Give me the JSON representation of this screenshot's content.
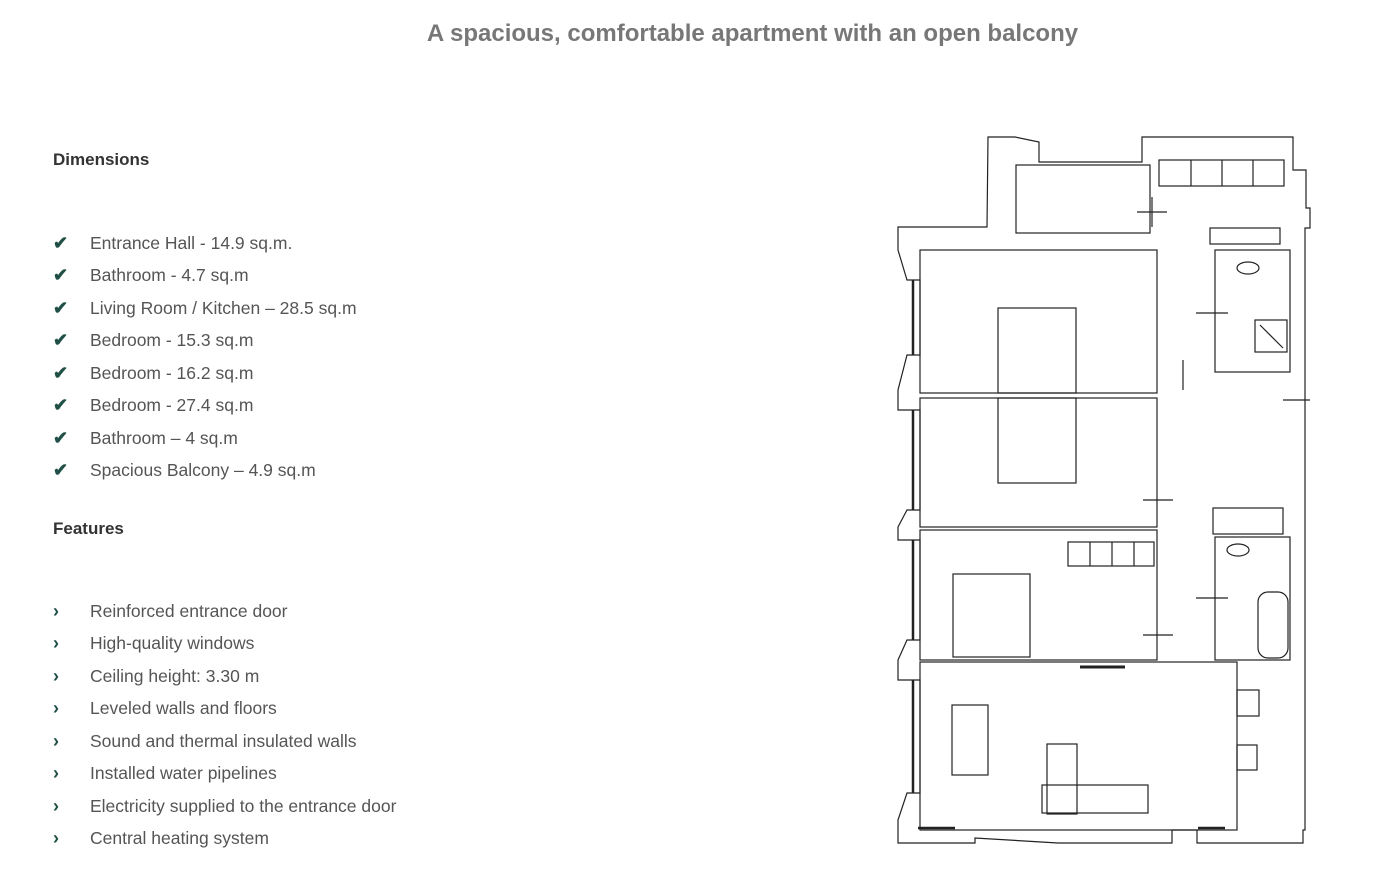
{
  "title": "A spacious, comfortable apartment with an open balcony",
  "dimensions": {
    "heading": "Dimensions",
    "items": [
      "Entrance Hall - 14.9 sq.m.",
      "Bathroom - 4.7 sq.m",
      "Living Room / Kitchen – 28.5 sq.m",
      "Bedroom - 15.3 sq.m",
      "Bedroom - 16.2 sq.m",
      "Bedroom - 27.4 sq.m",
      "Bathroom – 4 sq.m",
      "Spacious Balcony – 4.9 sq.m"
    ]
  },
  "features": {
    "heading": "Features",
    "items": [
      "Reinforced entrance door",
      "High-quality windows",
      "Ceiling height: 3.30 m",
      "Leveled walls and floors",
      "Sound and thermal insulated walls",
      "Installed water pipelines",
      "Electricity supplied to the entrance door",
      "Central heating system"
    ]
  },
  "icons": {
    "check": "check-icon",
    "chevron": "chevron-right-icon"
  },
  "colors": {
    "accent": "#1f4f46"
  }
}
